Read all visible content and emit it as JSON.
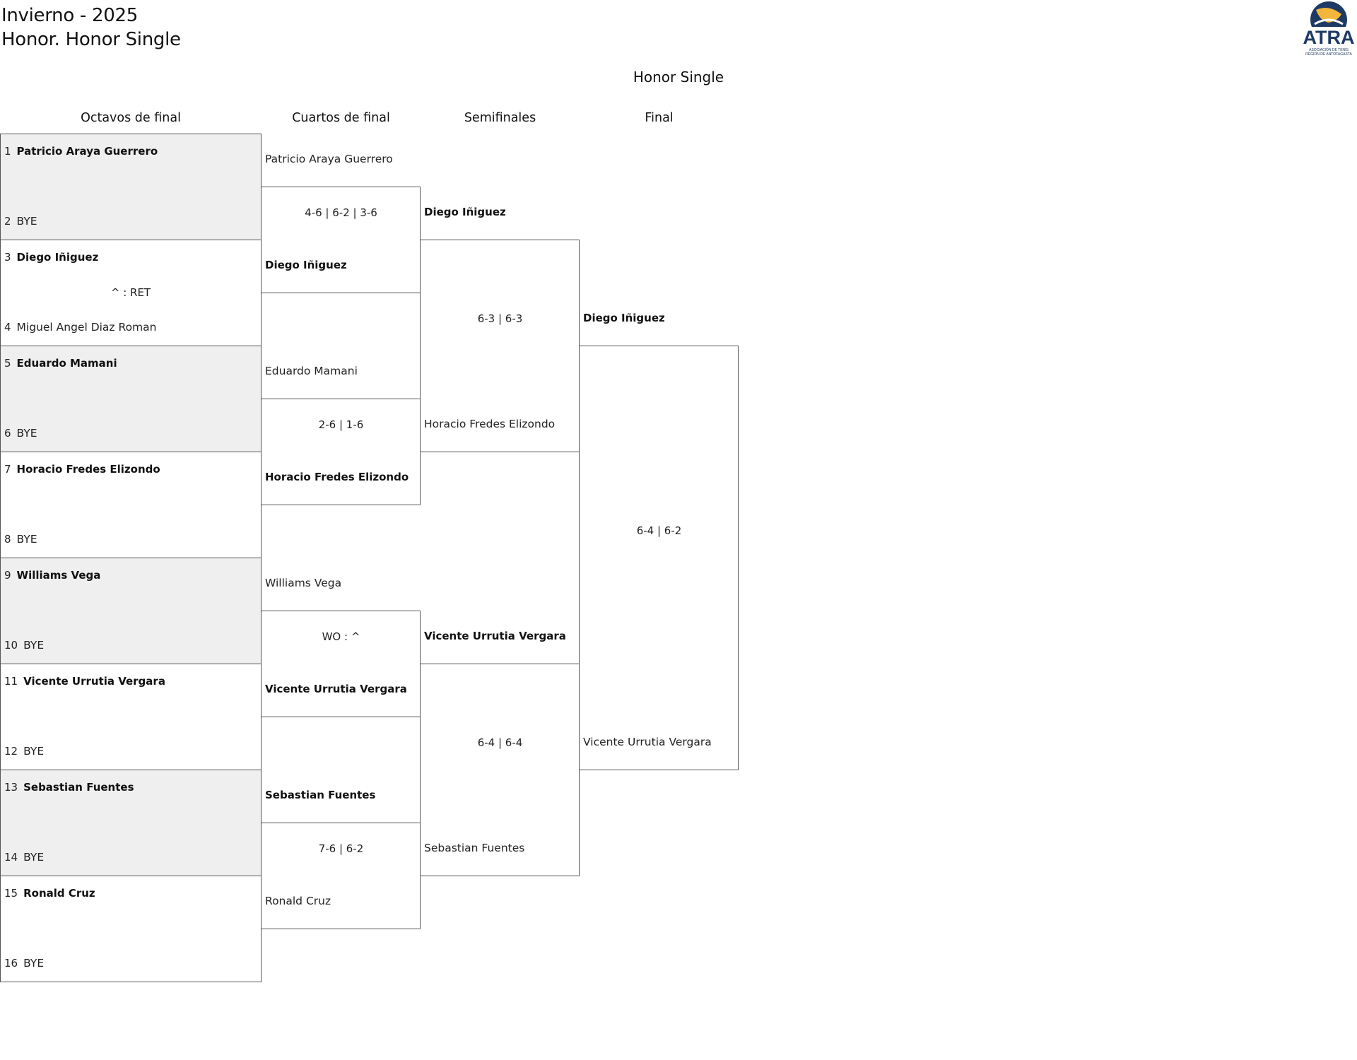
{
  "header": {
    "season": "Invierno - 2025",
    "category": "Honor. Honor Single",
    "draw_title": "Honor Single",
    "logo_text": "ATRA",
    "logo_subtext_1": "ASOCIACIÓN DE TENIS",
    "logo_subtext_2": "REGIÓN DE ANTOFAGASTA"
  },
  "rounds": [
    "Octavos de final",
    "Cuartos de final",
    "Semifinales",
    "Final"
  ],
  "r16": [
    {
      "seed": "1",
      "name": "Patricio Araya Guerrero"
    },
    {
      "seed": "2",
      "name": "BYE"
    },
    {
      "seed": "3",
      "name": "Diego Iñiguez"
    },
    {
      "seed": "4",
      "name": "Miguel Angel Diaz Roman"
    },
    {
      "seed": "5",
      "name": "Eduardo Mamani"
    },
    {
      "seed": "6",
      "name": "BYE"
    },
    {
      "seed": "7",
      "name": "Horacio Fredes Elizondo"
    },
    {
      "seed": "8",
      "name": "BYE"
    },
    {
      "seed": "9",
      "name": "Williams Vega"
    },
    {
      "seed": "10",
      "name": "BYE"
    },
    {
      "seed": "11",
      "name": "Vicente Urrutia Vergara"
    },
    {
      "seed": "12",
      "name": "BYE"
    },
    {
      "seed": "13",
      "name": "Sebastian Fuentes"
    },
    {
      "seed": "14",
      "name": "BYE"
    },
    {
      "seed": "15",
      "name": "Ronald Cruz"
    },
    {
      "seed": "16",
      "name": "BYE"
    }
  ],
  "r16_scores": [
    "",
    "^ : RET",
    "",
    "",
    "",
    "",
    "",
    ""
  ],
  "qf": [
    "Patricio Araya Guerrero",
    "Diego Iñiguez",
    "Eduardo Mamani",
    "Horacio Fredes Elizondo",
    "Williams Vega",
    "Vicente Urrutia Vergara",
    "Sebastian Fuentes",
    "Ronald Cruz"
  ],
  "qf_scores": [
    "4-6 | 6-2 | 3-6",
    "2-6 | 1-6",
    "WO : ^",
    "7-6 | 6-2"
  ],
  "sf": [
    "Diego Iñiguez",
    "Horacio Fredes Elizondo",
    "Vicente Urrutia Vergara",
    "Sebastian Fuentes"
  ],
  "sf_scores": [
    "6-3 | 6-3",
    "6-4 | 6-4"
  ],
  "final": [
    "Diego Iñiguez",
    "Vicente Urrutia Vergara"
  ],
  "final_score": "6-4 | 6-2",
  "colors": {
    "shade": "#efefef",
    "border": "#555555",
    "logo_navy": "#1e3a64",
    "logo_yellow": "#f4b63a"
  }
}
